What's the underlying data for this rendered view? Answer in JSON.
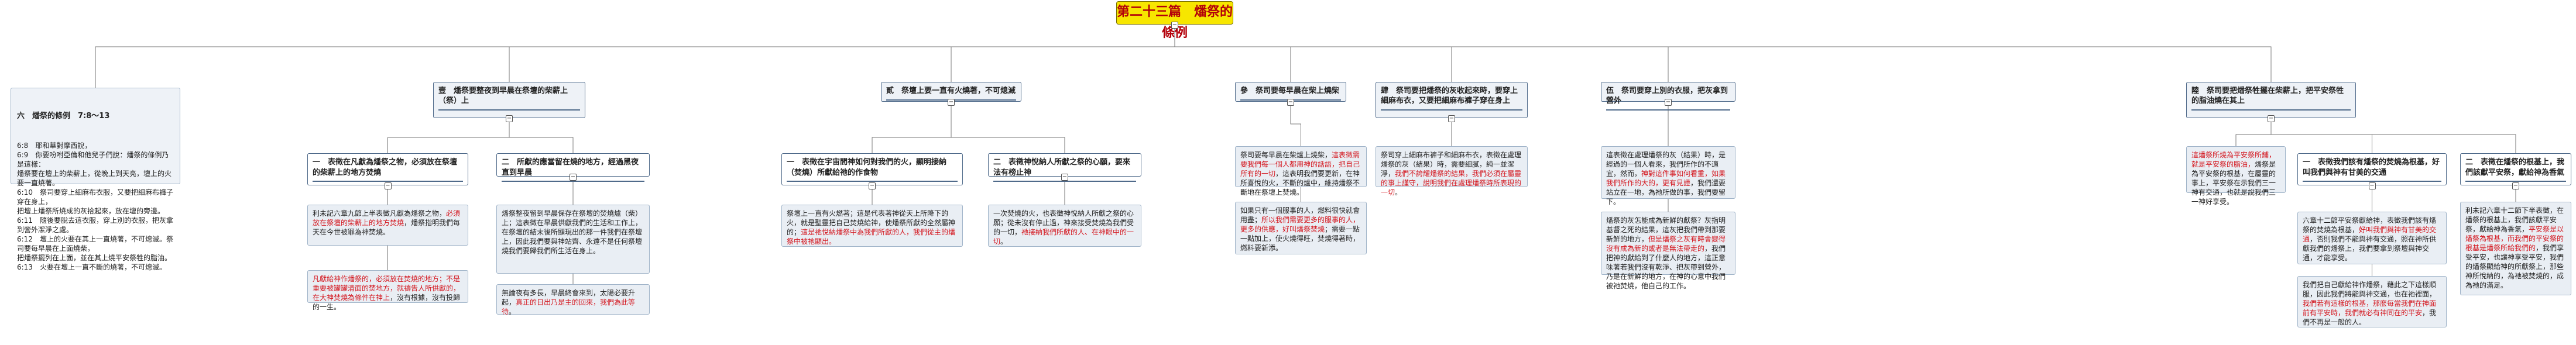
{
  "title": "第二十三篇　燔祭的條例",
  "outline": {
    "heading": "六　燔祭的條例　7:8～13",
    "lines": [
      "6:8　耶和華對摩西說，",
      "6:9　你要吩咐亞倫和他兒子們說：燔祭的條例乃是這樣：",
      "燔祭要在壇上的柴薪上，從晚上到天亮，壇上的火要一直燒著。",
      "6:10　祭司要穿上細麻布衣服，又要把細麻布褲子穿在身上，",
      "把壇上燔祭所燒成的灰拾起來，放在壇的旁邊。",
      "6:11　隨後要脫去這衣服，穿上別的衣服，把灰拿到營外潔淨之處。",
      "6:12　壇上的火要在其上一直燒著，不可熄滅。祭司要每早晨在上面燒柴，",
      "把燔祭擺列在上面，並在其上燒平安祭牲的脂油。",
      "6:13　火要在壇上一直不斷的燒著，不可熄滅。"
    ]
  },
  "branches": [
    {
      "label": "壹　燔祭要整夜到早晨在祭壇的柴薪上（祭）上"
    },
    {
      "label": "貳　祭壇上要一直有火燒著，不可熄滅"
    },
    {
      "label": "參　祭司要每早晨在柴上燒柴"
    },
    {
      "label": "肆　祭司要把燔祭的灰收起來時，要穿上細麻布衣，又要把細麻布褲子穿在身上"
    },
    {
      "label": "伍　祭司要穿上別的衣服，把灰拿到營外"
    },
    {
      "label": "陸　祭司要把燔祭牲擺在柴薪上，把平安祭牲的脂油燒在其上"
    }
  ],
  "subs": [
    {
      "label": "一　表徵在凡獻為燔祭之物，必須放在祭壇的柴薪上的地方焚燒"
    },
    {
      "label": "二　所獻的應當留在燒的地方，經過黑夜直到早晨"
    },
    {
      "label": "一　表徵在宇宙間神如何對我們的火，顯明接納（焚燒）所獻給祂的作食物"
    },
    {
      "label": "二　表徵神悅納人所獻之祭的心願，要來法有榜止神"
    },
    {
      "label": "一　表徵我們該有燔祭的焚燒為根基，好叫我們與神有甘美的交通"
    },
    {
      "label": "二　表徵在燔祭的根基上，我們該獻平安祭，獻給神為香氣"
    }
  ],
  "notes": [
    {
      "parts": [
        {
          "t": "利未記六章九節上半表徵凡獻為燔祭之物，",
          "red": false
        },
        {
          "t": "必須放在祭壇的柴薪上的地方焚燒",
          "red": true
        },
        {
          "t": "，燔祭指明我們每天在今世被罪為神焚燒。",
          "red": false
        }
      ]
    },
    {
      "parts": [
        {
          "t": "凡獻給神作燔祭的，必須放在焚燒的地方；不是重要被罐罐清面的焚地方，就禱告人所供獻的，在大神焚燒為條件在神上",
          "red": true
        },
        {
          "t": "，沒有根據，沒有投歸的一生。",
          "red": false
        }
      ]
    },
    {
      "parts": [
        {
          "t": "燔祭整夜留到早晨保存在祭壇的焚燒爐（柴）上；這表徵在早晨供獻我們的生活和工作上，在祭壇的結末後所顯現出的那一件我們在祭壇上，因此我們要與神站齊、永遠不是任何祭壇燒我們要歸我們所生活在身上。",
          "red": false
        }
      ]
    },
    {
      "parts": [
        {
          "t": "無論夜有多長，早晨終會來到，太陽必要升起，",
          "red": false
        },
        {
          "t": "真正的日出乃是主的回來，我們為此等待",
          "red": true
        },
        {
          "t": "。",
          "red": false
        }
      ]
    },
    {
      "parts": [
        {
          "t": "祭壇上一直有火燃著；這是代表著神從天上所降下的火，就是聖靈把自己焚燒給神，使燔祭所獻的全然屬神的；",
          "red": false
        },
        {
          "t": "這是祂悅納燔祭中為我們所獻的人，我們從主的燔祭中被祂顯出。",
          "red": true
        }
      ]
    },
    {
      "parts": [
        {
          "t": "一次焚燒的火，也表徵神悅納人所獻之祭的心願；從未沒有停止過，神來接受焚燒為我們受的一切，",
          "red": false
        },
        {
          "t": "祂接納我們所獻的人、在神眼中的一切",
          "red": true
        },
        {
          "t": "。",
          "red": false
        }
      ]
    },
    {
      "parts": [
        {
          "t": "祭司要每早晨在柴爐上燒柴，",
          "red": false
        },
        {
          "t": "這表徵需要我們每一個人都用神的話語，把自己所有的一切",
          "red": true
        },
        {
          "t": "，這表明我們要更新，在神所喜悅的火，不斷的爐中，維持燔祭不斷地在祭壇上焚燒。",
          "red": false
        }
      ]
    },
    {
      "parts": [
        {
          "t": "如果只有一個服事的人，燃料很快就會用盡；",
          "red": false
        },
        {
          "t": "所以我們需要更多的服事的人，更多的供應，好叫燔祭焚燒",
          "red": true
        },
        {
          "t": "；需要一點一點加上，使火燒得旺，焚燒得著時，燃料要新添。",
          "red": false
        }
      ]
    },
    {
      "parts": [
        {
          "t": "祭司穿上細麻布褲子和細麻布衣，表徵在處理燔祭的灰（結果）時，需要細膩，純一並潔淨，",
          "red": false
        },
        {
          "t": "我們不誇耀燔祭的結果，我們必須在屬靈的事上謹守，說明我們在處理燔祭時所表現的一切",
          "red": true
        },
        {
          "t": "。",
          "red": false
        }
      ]
    },
    {
      "parts": [
        {
          "t": "這表徵在處理燔祭的灰（結果）時，是經過的一個人看來，我們所作的不適宜，然而，",
          "red": false
        },
        {
          "t": "神對這件事如何看重，如果我們所作的大的，更有見證",
          "red": true
        },
        {
          "t": "，我們還要站立在一地，為祂所做的事，我們要留下。",
          "red": false
        }
      ]
    },
    {
      "parts": [
        {
          "t": "燔祭的灰怎能成為新鮮的獻祭？灰指明基督之死的結果，這灰把我們帶到那要新鮮的地方，",
          "red": false
        },
        {
          "t": "但是燔祭之灰有時會變得沒有成為新的或者是無法帶走的",
          "red": true
        },
        {
          "t": "，我們把神的獻給到了什麼人的地方，這正意味著若我們沒有乾淨、把灰帶到營外，乃是在新鮮的地方，在神的心意中我們被祂焚燒，他自己的工作。",
          "red": false
        }
      ]
    },
    {
      "parts": [
        {
          "t": "這燔祭所燒為平安祭所鋪，就是平安祭的脂油，",
          "red": true
        },
        {
          "t": "燔祭是為平安祭的根基，在屬靈的事上，平安祭在示我們三一神有交通，也就是說我們三一神好享受。",
          "red": false
        }
      ]
    },
    {
      "parts": [
        {
          "t": "六章十二節平安祭獻給神，表徵我們該有燔祭的焚燒為根基，",
          "red": false
        },
        {
          "t": "好叫我們與神有甘美的交通",
          "red": true
        },
        {
          "t": "，否則我們不能與神有交通，照在神所供獻我們的燔祭上，我們要拿到祭壇與神交通，才能享受。",
          "red": false
        }
      ]
    },
    {
      "parts": [
        {
          "t": "我們把自己獻給神作燔祭，藉此之下這樣順服，因此我們將能與神交通，也在祂裡面，",
          "red": false
        },
        {
          "t": "我們若有這樣的根基，那麼每當我們在神面前有平安時，我們就必有神同在的平安",
          "red": true
        },
        {
          "t": "，我們不再是一般的人。",
          "red": false
        }
      ]
    },
    {
      "parts": [
        {
          "t": "利未記六章十二節下半表徵，在燔祭的根基上，我們該獻平安祭，獻給神為香氣，",
          "red": false
        },
        {
          "t": "平安祭是以燔祭為根基，而我們的平安祭的根基是燔祭所給我們的",
          "red": true
        },
        {
          "t": "，我們享受平安，也讓神享受平安，我們的燔祭顯給神的所獻祭上，那些神所悅納的，為祂被焚燒的，成為祂的滿足。",
          "red": false
        }
      ]
    }
  ]
}
